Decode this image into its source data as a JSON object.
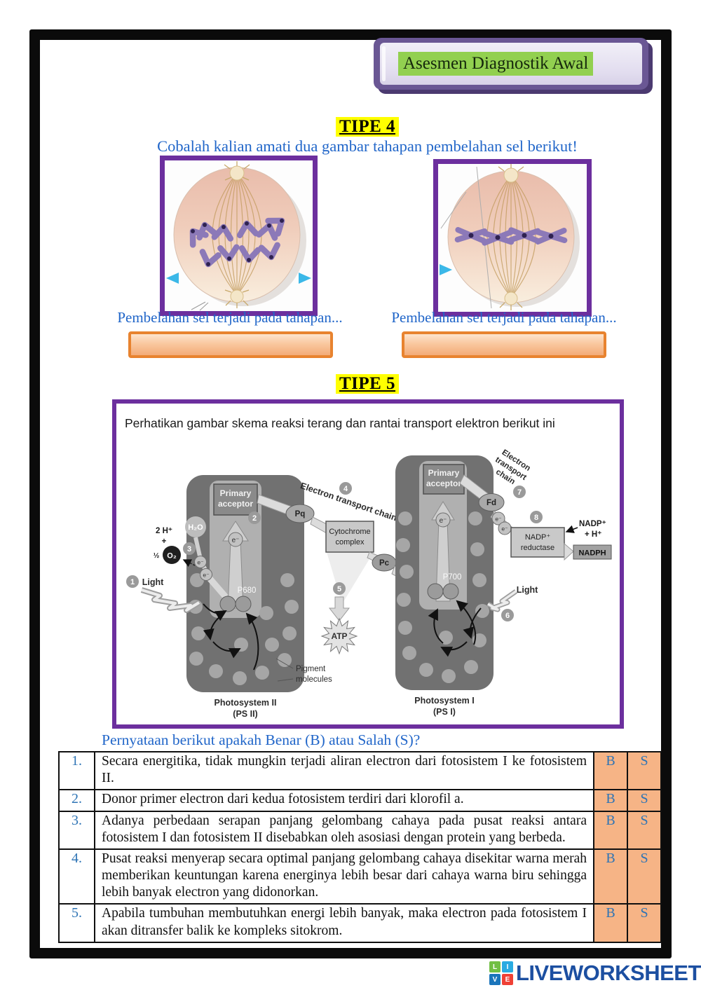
{
  "header": {
    "title": "Asesmen Diagnostik Awal"
  },
  "tipe4": {
    "heading": "TIPE 4",
    "instruction": "Cobalah kalian amati dua gambar tahapan pembelahan sel berikut!",
    "captions": {
      "left": "Pembelahan sel terjadi pada tahapan...",
      "right": "Pembelahan sel terjadi pada tahapan..."
    },
    "answers": {
      "left": "",
      "right": ""
    }
  },
  "tipe5": {
    "heading": "TIPE 5",
    "diagram": {
      "intro": "Perhatikan gambar skema reaksi terang dan rantai transport elektron berikut ini",
      "steps": [
        "1",
        "2",
        "3",
        "4",
        "5",
        "6",
        "7",
        "8"
      ],
      "labels": {
        "primary_acceptor_1": "Primary",
        "primary_acceptor_2": "acceptor",
        "pq": "Pq",
        "cytochrome_1": "Cytochrome",
        "cytochrome_2": "complex",
        "pc": "Pc",
        "fd": "Fd",
        "etc_top": "Electron transport chain",
        "etc_right_1": "Electron",
        "etc_right_2": "transport",
        "etc_right_3": "chain",
        "nadp_reductase_1": "NADP⁺",
        "nadp_reductase_2": "reductase",
        "nadp_plus": "NADP⁺",
        "plus_h": "+ H⁺",
        "nadph": "NADPH",
        "h2o": "H₂O",
        "two_h": "2 H⁺",
        "plus": "+",
        "half": "½",
        "o2": "O₂",
        "e_minus": "e⁻",
        "light_left": "Light",
        "light_right": "Light",
        "p680": "P680",
        "p700": "P700",
        "atp": "ATP",
        "pigment_1": "Pigment",
        "pigment_2": "molecules",
        "ps2_1": "Photosystem II",
        "ps2_2": "(PS II)",
        "ps1_1": "Photosystem I",
        "ps1_2": "(PS I)"
      }
    }
  },
  "quiz": {
    "question": "Pernyataan berikut apakah Benar (B) atau Salah (S)?",
    "benar_label": "B",
    "salah_label": "S",
    "rows": [
      {
        "no": "1.",
        "statement": "Secara energitika, tidak mungkin terjadi aliran electron dari fotosistem I ke fotosistem II."
      },
      {
        "no": "2.",
        "statement": "Donor primer electron dari kedua fotosistem terdiri dari klorofil a."
      },
      {
        "no": "3.",
        "statement": "Adanya perbedaan serapan panjang gelombang cahaya pada pusat reaksi antara fotosistem I dan fotosistem II disebabkan oleh asosiasi dengan protein yang berbeda."
      },
      {
        "no": "4.",
        "statement": "Pusat reaksi menyerap secara optimal panjang gelombang cahaya disekitar warna merah memberikan keuntungan karena energinya lebih besar dari cahaya warna biru sehingga lebih banyak electron yang didonorkan."
      },
      {
        "no": "5.",
        "statement": "Apabila tumbuhan membutuhkan energi lebih banyak, maka electron pada fotosistem I akan ditransfer balik ke kompleks sitokrom."
      }
    ]
  },
  "footer": {
    "brand": "LIVEWORKSHEETS",
    "logo_letters": [
      "L",
      "I",
      "V",
      "E"
    ]
  },
  "colors": {
    "highlight_green": "#92D050",
    "highlight_yellow": "#FFFF00",
    "purple_border": "#6C2F9E",
    "orange_fill": "#F6B486",
    "orange_border": "#E8832F",
    "blue_text": "#2166C9",
    "brand_blue": "#1C4FA1"
  }
}
